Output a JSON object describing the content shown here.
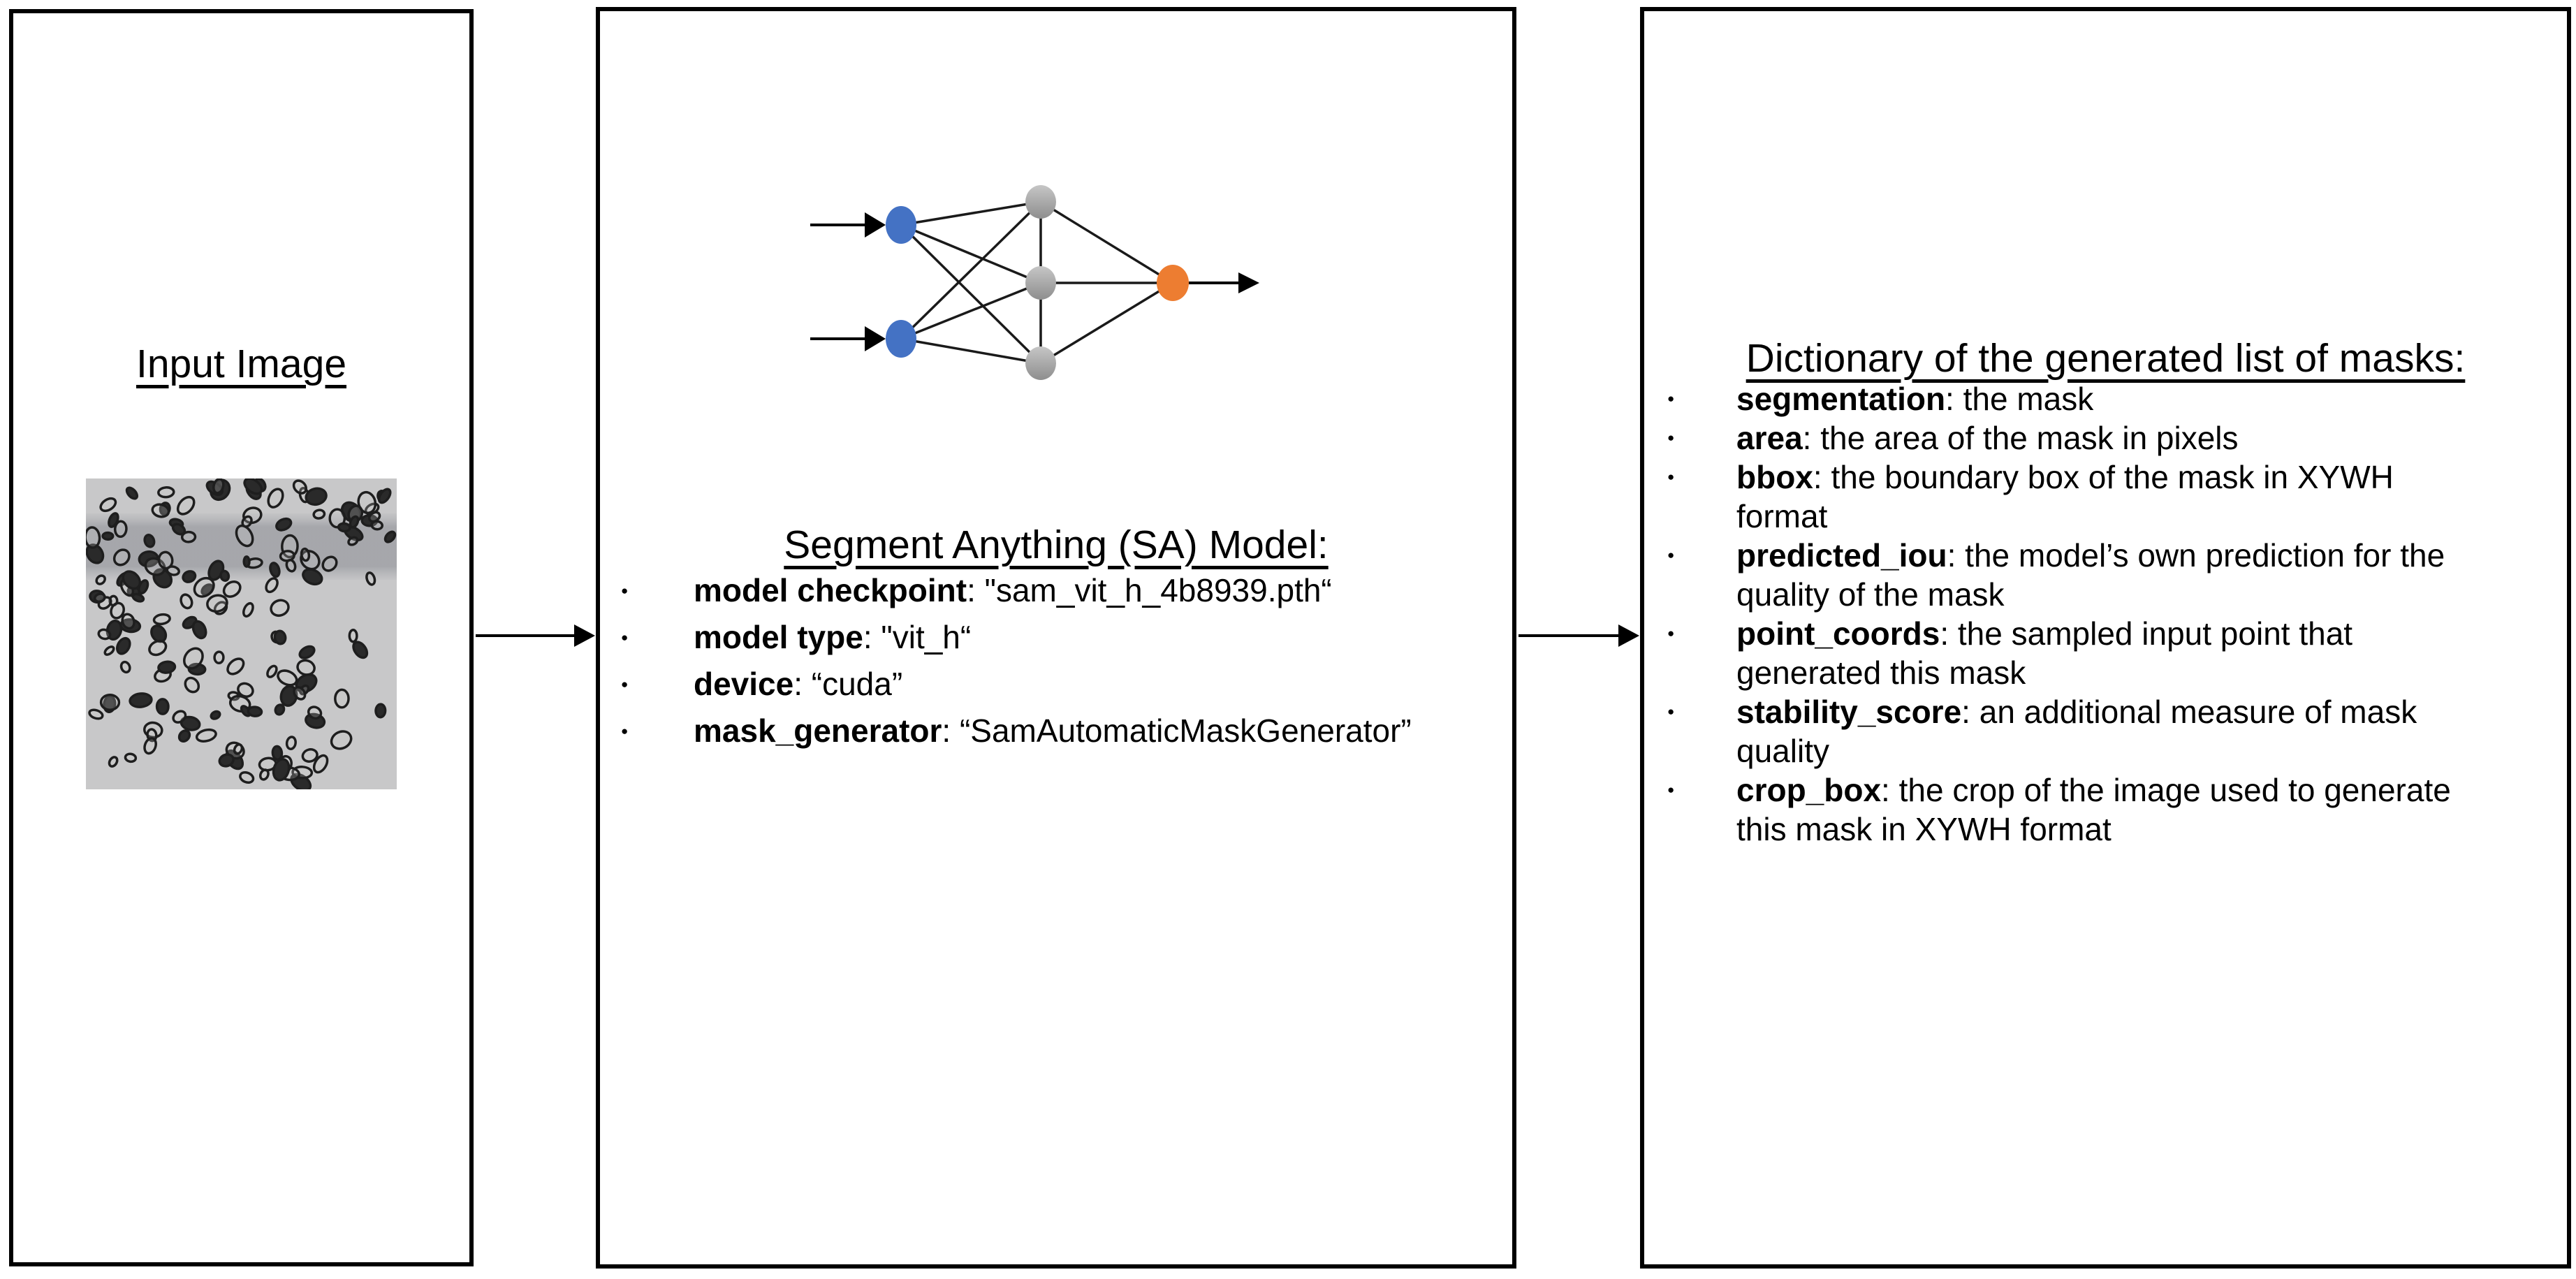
{
  "colors": {
    "border": "#000000",
    "line": "#1a1a1a",
    "input_node": "#4472c4",
    "hidden_node_light": "#c6c6c6",
    "hidden_node_dark": "#8e8e8e",
    "output_node": "#ed7d31",
    "photo_background": "#c8c8c9",
    "photo_band": "#a2a3a8",
    "cell_stroke": "#1e1e1e",
    "cell_fill": "#2a2a2a"
  },
  "left_panel": {
    "title": "Input Image"
  },
  "middle_panel": {
    "title": "Segment Anything (SA) Model:",
    "bullets": [
      {
        "term": "model checkpoint",
        "desc": ": \"sam_vit_h_4b8939.pth“"
      },
      {
        "term": "model type",
        "desc": ": \"vit_h“"
      },
      {
        "term": "device",
        "desc": ": “cuda”"
      },
      {
        "term": "mask_generator",
        "desc": ": “SamAutomaticMaskGenerator”"
      }
    ]
  },
  "right_panel": {
    "title": "Dictionary of the generated list of masks:",
    "bullets": [
      {
        "term": "segmentation",
        "desc": ": the mask"
      },
      {
        "term": "area",
        "desc": ": the area of the mask in pixels"
      },
      {
        "term": "bbox",
        "desc": ": the boundary box of the mask in XYWH",
        "desc2": "format"
      },
      {
        "term": "predicted_iou",
        "desc": ": the model’s own prediction for the",
        "desc2": "quality of the mask"
      },
      {
        "term": "point_coords",
        "desc": ": the sampled input point that",
        "desc2": "generated this mask"
      },
      {
        "term": "stability_score",
        "desc": ": an additional measure of mask",
        "desc2": "quality"
      },
      {
        "term": "crop_box",
        "desc": ": the crop of the image used to generate",
        "desc2": "this mask in XYWH format"
      }
    ]
  }
}
